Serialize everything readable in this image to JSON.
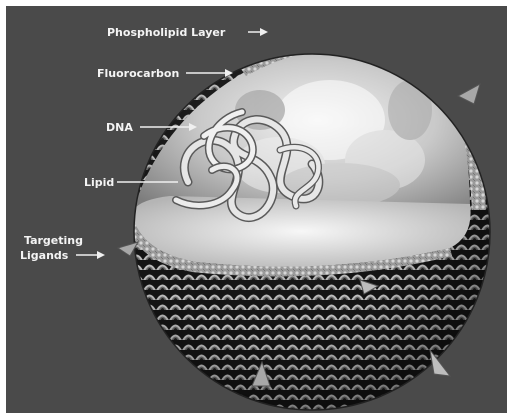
{
  "labels": {
    "phospholipid": "Phospholipid Layer",
    "fluorocarbon": "Fluorocarbon",
    "dna": "DNA",
    "lipid": "Lipid",
    "targeting_line1": "Targeting",
    "targeting_line2": "Ligands"
  },
  "colors": {
    "background": "#4a4a4a",
    "frame": "#ffffff",
    "shell": "#1a1a1a",
    "scale_highlight": "#c9c9c9",
    "inner_cloud": "#dcdcdc",
    "label_text": "#f4f4f4"
  }
}
